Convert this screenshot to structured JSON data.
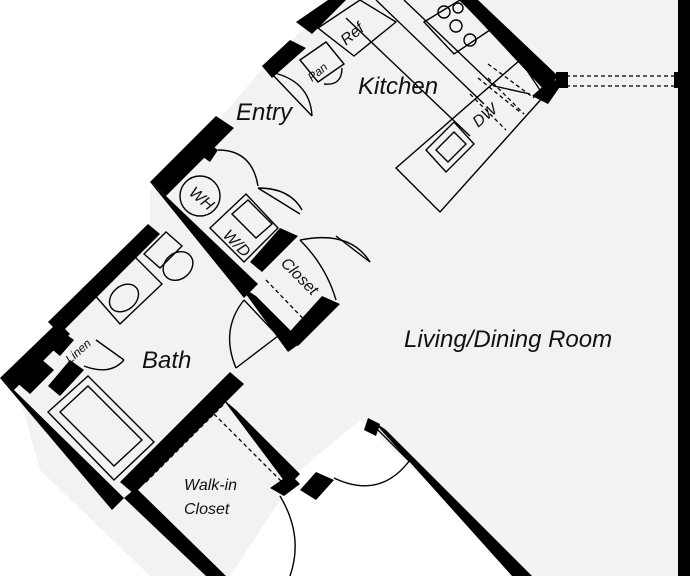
{
  "plan": {
    "colors": {
      "wall": "#000000",
      "floor": "#f2f2f2",
      "background": "#ffffff"
    },
    "rooms": {
      "kitchen": "Kitchen",
      "entry": "Entry",
      "living": "Living/Dining Room",
      "bath": "Bath",
      "walkin_line1": "Walk-in",
      "walkin_line2": "Closet",
      "closet": "Closet"
    },
    "fixtures": {
      "ref": "Ref",
      "pan": "Pan",
      "dw": "DW",
      "wh": "WH",
      "wd": "W/D",
      "linen": "Linen"
    }
  }
}
